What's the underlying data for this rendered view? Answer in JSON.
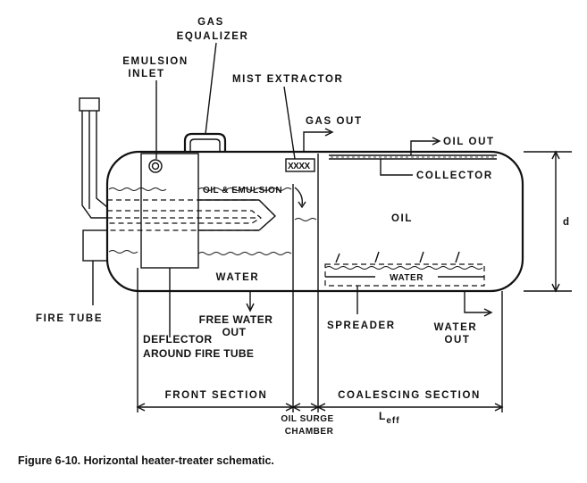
{
  "labels": {
    "gas_equalizer_1": "GAS",
    "gas_equalizer_2": "EQUALIZER",
    "emulsion_inlet_1": "EMULSION",
    "emulsion_inlet_2": "INLET",
    "mist_extractor": "MIST EXTRACTOR",
    "gas_out": "GAS OUT",
    "oil_out": "OIL OUT",
    "collector": "COLLECTOR",
    "oil_emulsion": "OIL & EMULSION",
    "oil": "OIL",
    "water_front": "WATER",
    "water_back": "WATER",
    "dimension_d": "d",
    "fire_tube": "FIRE TUBE",
    "free_water_out_1": "FREE WATER",
    "free_water_out_2": "OUT",
    "spreader": "SPREADER",
    "water_out_1": "WATER",
    "water_out_2": "OUT",
    "deflector_1": "DEFLECTOR",
    "deflector_2": "AROUND FIRE TUBE",
    "front_section": "FRONT SECTION",
    "coalescing_section": "COALESCING SECTION",
    "l_eff_main": "L",
    "l_eff_sub": "eff",
    "oil_surge_1": "OIL SURGE",
    "oil_surge_2": "CHAMBER"
  },
  "caption": "Figure 6-10. Horizontal heater-treater schematic."
}
